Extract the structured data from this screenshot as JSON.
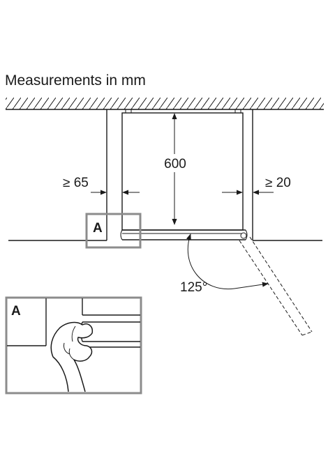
{
  "title": "Measurements in mm",
  "dimensions": {
    "left_gap": "≥ 65",
    "right_gap": "≥ 20",
    "depth": "600",
    "door_angle": "125°"
  },
  "callouts": {
    "marker": "A",
    "detail_label": "A"
  }
}
